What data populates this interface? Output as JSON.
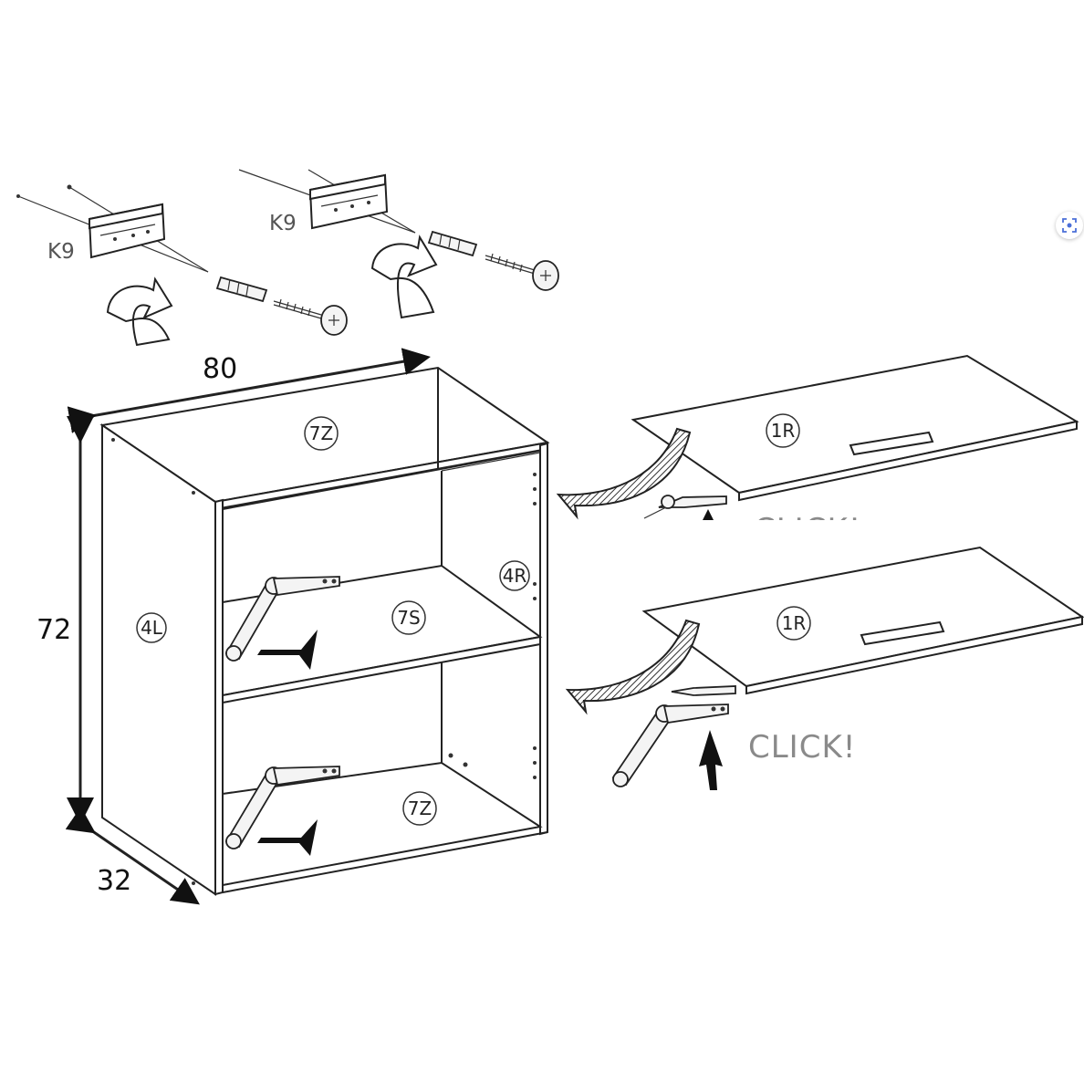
{
  "dimensions": {
    "width": "80",
    "height": "72",
    "depth": "32"
  },
  "parts": {
    "top_panel": "7Z",
    "bottom_panel": "7Z",
    "shelf": "7S",
    "left_side": "4L",
    "right_side": "4R",
    "door_upper": "1R",
    "door_lower": "1R"
  },
  "hardware": {
    "bracket_left": "K9",
    "bracket_right": "K9"
  },
  "annotations": {
    "click_upper": "CLICK!",
    "click_lower": "CLICK!"
  },
  "icons": {
    "scan": "scan-image-icon"
  },
  "colors": {
    "line": "#222222",
    "click_text": "#8a8a8a",
    "background": "#ffffff"
  }
}
